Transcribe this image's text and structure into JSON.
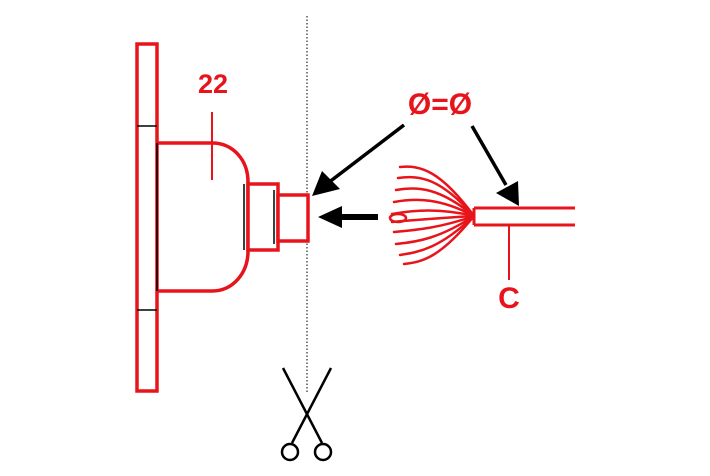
{
  "labels": {
    "part_number": "22",
    "diameter_equality": "Ø=Ø",
    "cable_letter": "C"
  },
  "colors": {
    "part": "#e8141b",
    "ink": "#000000",
    "background": "#ffffff"
  },
  "icons": [
    "scissors-icon",
    "insert-arrow-icon",
    "pointer-arrow-icon"
  ]
}
